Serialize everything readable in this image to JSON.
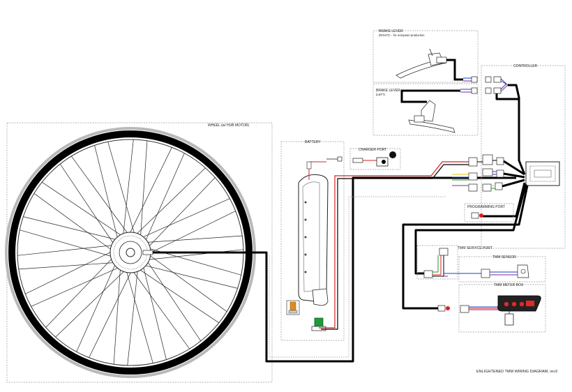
{
  "labels": {
    "wheel": "WHEEL (w/ HUB MOTOR)",
    "battery": "BATTERY",
    "charger_port": "CHARGER PORT",
    "brake_right_line1": "BRAKE LEVER",
    "brake_right_line2": "(RIGHT) -- for european production",
    "brake_left_line1": "BRAKE LEVER",
    "brake_left_line2": "(LEFT)",
    "controller": "CONTROLLER",
    "programming_port": "PROGRAMMING PORT",
    "tmm_service_port": "TMM SERVICE PORT",
    "tmm_sensor": "TMM SENSOR",
    "tmm_meter_box": "TMM METER BOX",
    "diagram_title": "ENLIGHTENED TMM WIRING DIAGRAM, rev3"
  },
  "wheel": {
    "spokes": 36
  },
  "colors": {
    "cable": "#000000",
    "red_wire": "#d62020",
    "blue_wire": "#1a3fbf",
    "green_wire": "#1f9a3a",
    "yellow_wire": "#e6c400",
    "purple_wire": "#7a2a9a",
    "orange_part": "#e08a1e",
    "display_red": "#e02a2a"
  }
}
